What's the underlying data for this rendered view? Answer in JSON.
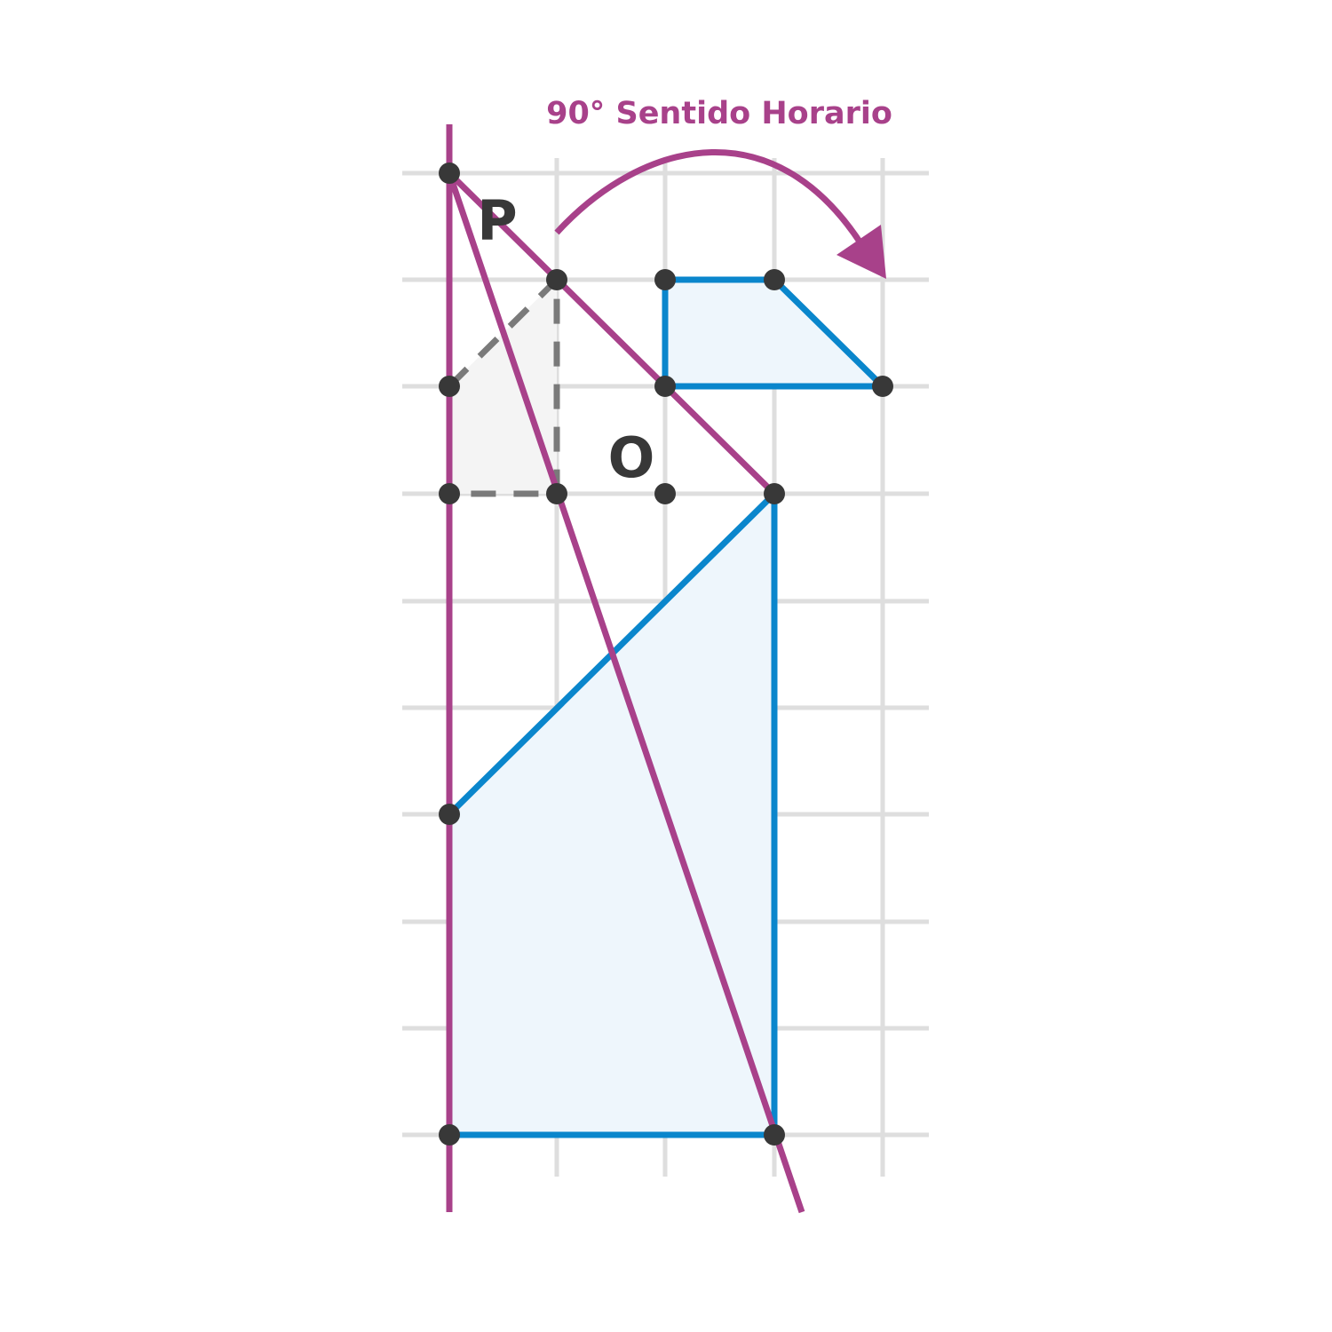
{
  "rotation_label": "90° Sentido Horario",
  "labels": {
    "point_p": "P",
    "center_o": "O"
  },
  "colors": {
    "grid": "#dedede",
    "guide_lines": "#a8418a",
    "shape_outline": "#0a86cc",
    "shape_fill": "#eef6fc",
    "original_triangle_fill": "#f4f4f4",
    "original_triangle_outline": "#7a7a7a",
    "points": "#383838"
  }
}
